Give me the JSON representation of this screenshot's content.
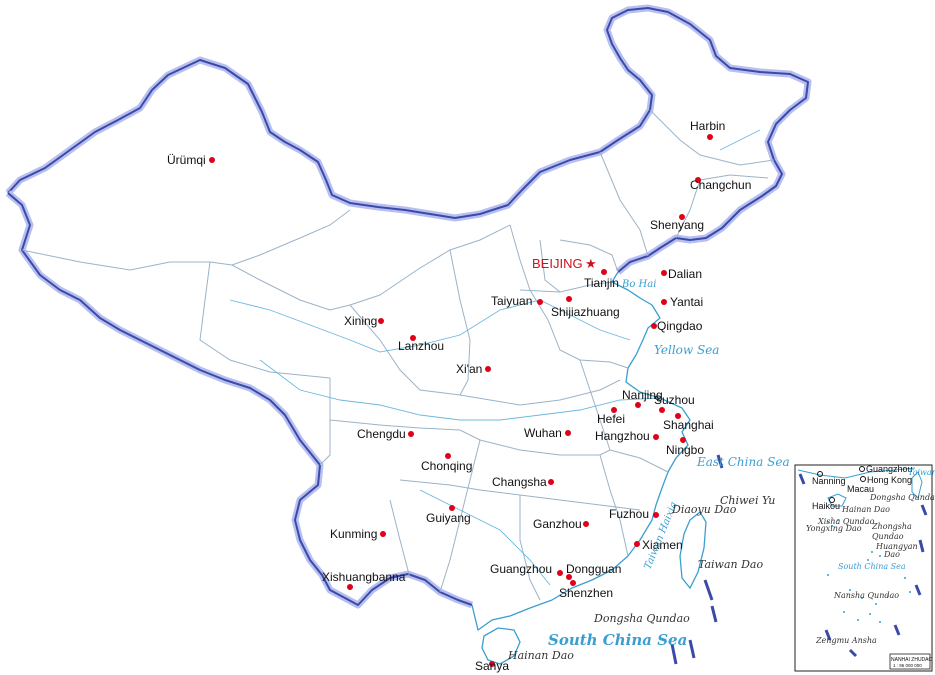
{
  "capital": {
    "name": "BEIJING",
    "symbol": "★",
    "color": "#d0101e"
  },
  "cities": [
    {
      "key": "urumqi",
      "name": "Ürümqi"
    },
    {
      "key": "harbin",
      "name": "Harbin"
    },
    {
      "key": "changchun",
      "name": "Changchun"
    },
    {
      "key": "shenyang",
      "name": "Shenyang"
    },
    {
      "key": "dalian",
      "name": "Dalian"
    },
    {
      "key": "tianjin",
      "name": "Tianjin"
    },
    {
      "key": "yantai",
      "name": "Yantai"
    },
    {
      "key": "taiyuan",
      "name": "Taiyuan"
    },
    {
      "key": "shijiazhuang",
      "name": "Shijiazhuang"
    },
    {
      "key": "qingdao",
      "name": "Qingdao"
    },
    {
      "key": "xining",
      "name": "Xining"
    },
    {
      "key": "lanzhou",
      "name": "Lanzhou"
    },
    {
      "key": "xian",
      "name": "Xi'an"
    },
    {
      "key": "nanjing",
      "name": "Nanjing"
    },
    {
      "key": "hefei",
      "name": "Hefei"
    },
    {
      "key": "suzhou",
      "name": "Suzhou"
    },
    {
      "key": "shanghai",
      "name": "Shanghai"
    },
    {
      "key": "hangzhou",
      "name": "Hangzhou"
    },
    {
      "key": "ningbo",
      "name": "Ningbo"
    },
    {
      "key": "chengdu",
      "name": "Chengdu"
    },
    {
      "key": "wuhan",
      "name": "Wuhan"
    },
    {
      "key": "chongqing",
      "name": "Chonqing"
    },
    {
      "key": "changsha",
      "name": "Changsha"
    },
    {
      "key": "guiyang",
      "name": "Guiyang"
    },
    {
      "key": "kunming",
      "name": "Kunming"
    },
    {
      "key": "ganzhou",
      "name": "Ganzhou"
    },
    {
      "key": "fuzhou",
      "name": "Fuzhou"
    },
    {
      "key": "xiamen",
      "name": "Xiamen"
    },
    {
      "key": "guangzhou",
      "name": "Guangzhou"
    },
    {
      "key": "dongguan",
      "name": "Dongguan"
    },
    {
      "key": "shenzhen",
      "name": "Shenzhen"
    },
    {
      "key": "xishuangbanna",
      "name": "Xishuangbanna"
    },
    {
      "key": "sanya",
      "name": "Sanya"
    }
  ],
  "seas": {
    "bo_hai": "Bo Hai",
    "yellow_sea": "Yellow Sea",
    "east_china_sea": "East China Sea",
    "south_china_sea": "South China Sea",
    "taiwan_haixia": "Taiwan Haixia"
  },
  "islands": {
    "chiwei_yu": "Chiwei Yu",
    "diaoyu_dao": "Diaoyu Dao",
    "taiwan_dao": "Taiwan Dao",
    "dongsha_qundao": "Dongsha Qundao",
    "hainan_dao": "Hainan Dao"
  },
  "inset": {
    "cities": {
      "guangzhou": "Guangzhou",
      "nanning": "Nanning",
      "macau": "Macau",
      "hong_kong": "Hong Kong",
      "haikou": "Haikou"
    },
    "labels": {
      "taiwan_dao": "Taiwan Dao",
      "dongsha_qundao": "Dongsha Qundao",
      "hainan_dao": "Hainan Dao",
      "xisha_qundao": "Xisha Qundao",
      "yongxing_dao": "Yongxing Dao",
      "zhongsha_qundao_1": "Zhongsha",
      "zhongsha_qundao_2": "Qundao",
      "huangyan_dao_1": "Huangyan",
      "huangyan_dao_2": "Dao",
      "south_china_sea": "South  China  Sea",
      "nansha_qundao": "Nansha Qundao",
      "zengmu_ansha": "Zengmu Ansha"
    },
    "scale_box": {
      "title": "NANHAI ZHUDAO",
      "scale": "1 : 96 000 000"
    }
  },
  "colors": {
    "border_outer": "#9aa4e0",
    "border_inner": "#3b4aa8",
    "province_line": "#9bb3c8",
    "water": "#3a9fd0",
    "city_dot": "#e0001a",
    "capital": "#d0101e"
  }
}
